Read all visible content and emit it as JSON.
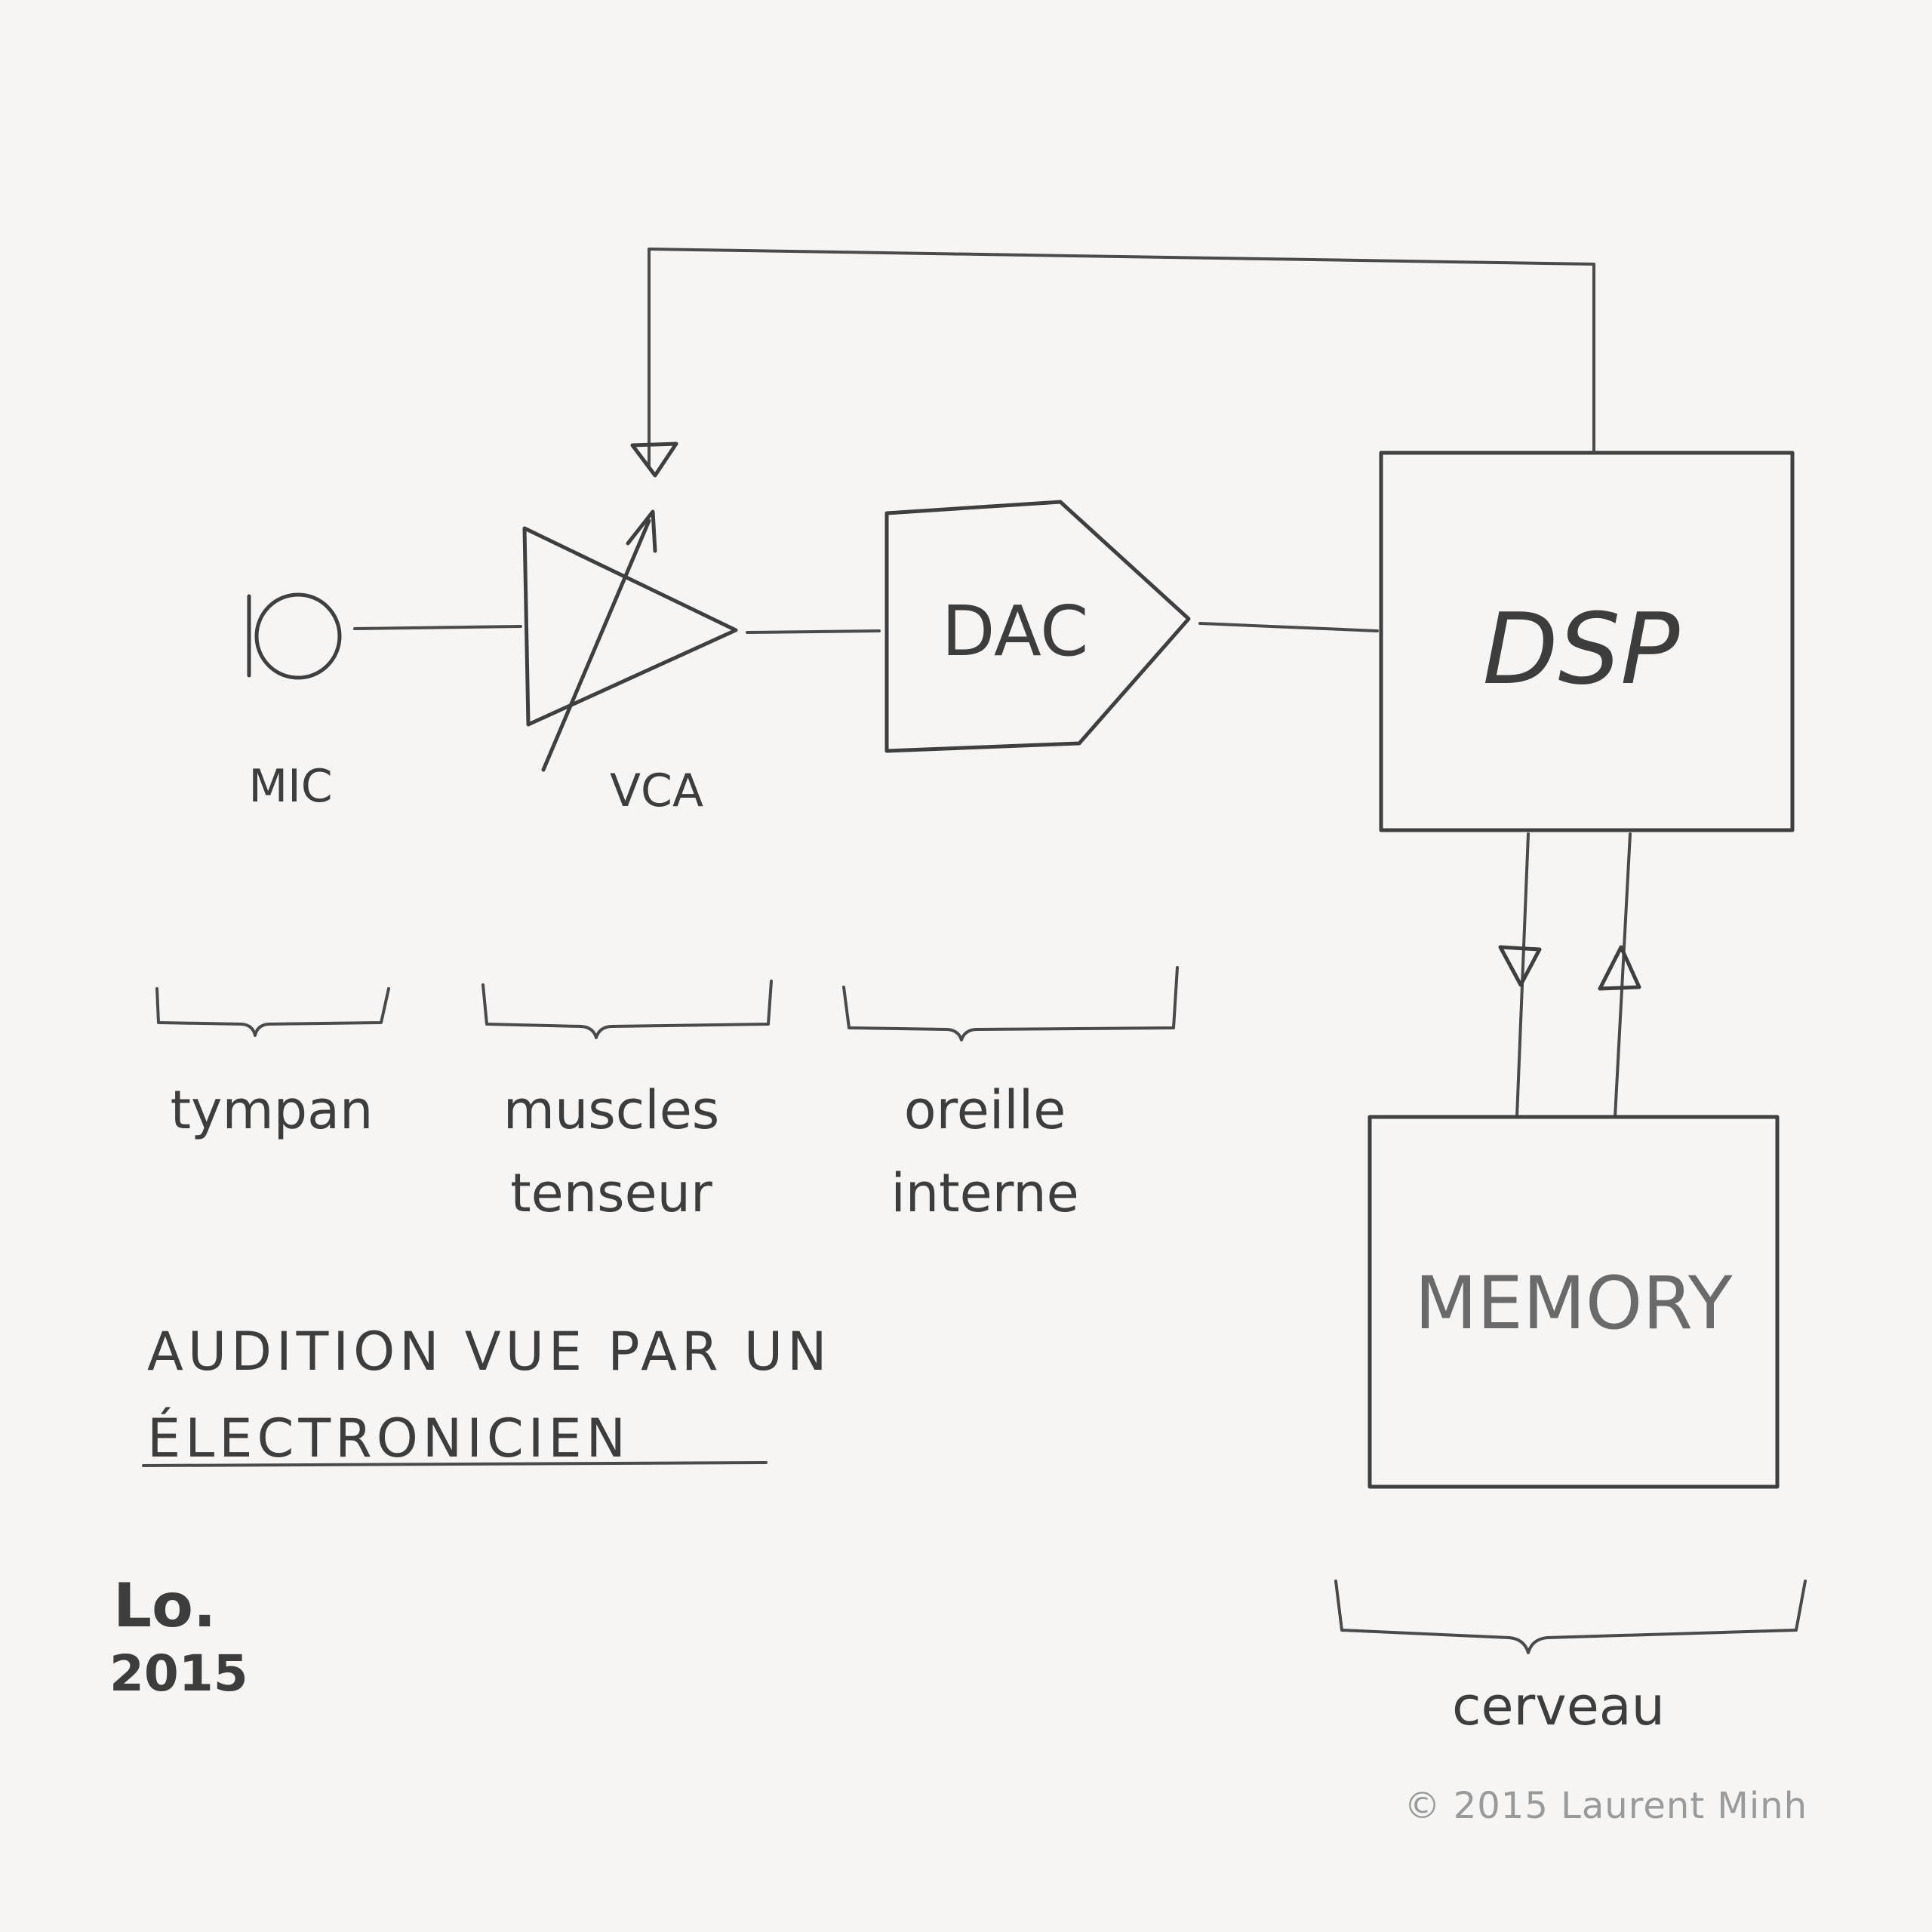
{
  "blocks": {
    "mic": "MIC",
    "vca": "VCA",
    "dac": "DAC",
    "dsp": "DSP",
    "memory": "MEMORY"
  },
  "groups": {
    "tympan": "tympan",
    "muscles_line1": "muscles",
    "muscles_line2": "tenseur",
    "oreille_line1": "oreille",
    "oreille_line2": "interne",
    "cerveau": "cerveau"
  },
  "caption": {
    "line1": "AUDITION VUE PAR UN",
    "line2": "ÉLECTRONICIEN"
  },
  "signature": {
    "initials": "Lo.",
    "year": "2015"
  },
  "copyright": "© 2015 Laurent Minh",
  "colors": {
    "paper": "#f6f5f3",
    "pencil": "#4a4a4a",
    "copyright": "#9a9a9a"
  }
}
